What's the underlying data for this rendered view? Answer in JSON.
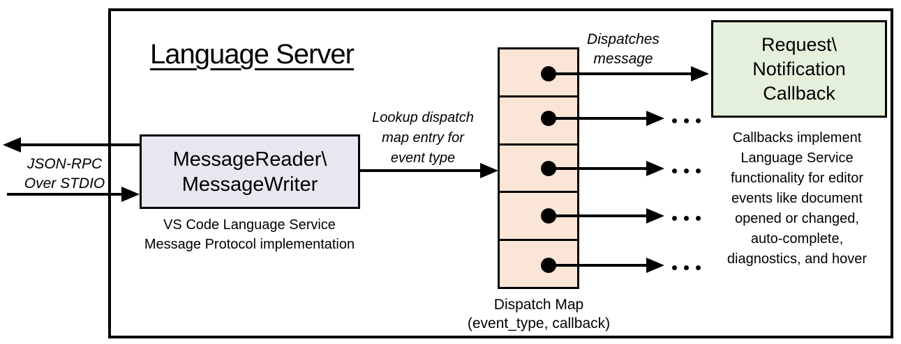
{
  "diagram": {
    "title": "Language Server",
    "stdio_label": {
      "lines": [
        "JSON-RPC",
        "Over STDIO"
      ]
    },
    "reader_box": {
      "lines": [
        "MessageReader\\",
        "MessageWriter"
      ],
      "caption_lines": [
        "VS Code Language Service",
        "Message Protocol implementation"
      ]
    },
    "lookup_label": {
      "lines": [
        "Lookup dispatch",
        "map entry for",
        "event type"
      ]
    },
    "dispatch_map": {
      "cell_count": 5,
      "caption_lines": [
        "Dispatch Map",
        "(event_type, callback)"
      ]
    },
    "dispatches_label": {
      "lines": [
        "Dispatches",
        "message"
      ]
    },
    "callback_box": {
      "lines": [
        "Request\\",
        "Notification",
        "Callback"
      ]
    },
    "note": {
      "lines": [
        "Callbacks implement",
        "Language Service",
        "functionality for editor",
        "events like document",
        "opened or changed,",
        "auto-complete,",
        "diagnostics, and hover"
      ]
    },
    "icons": {
      "ellipsis": "more-callbacks-ellipsis"
    },
    "colors": {
      "line": "#000000",
      "reader_fill": "#E8E7F0",
      "map_cell_fill": "#FBE5D6",
      "callback_fill": "#E5F0DC"
    }
  }
}
